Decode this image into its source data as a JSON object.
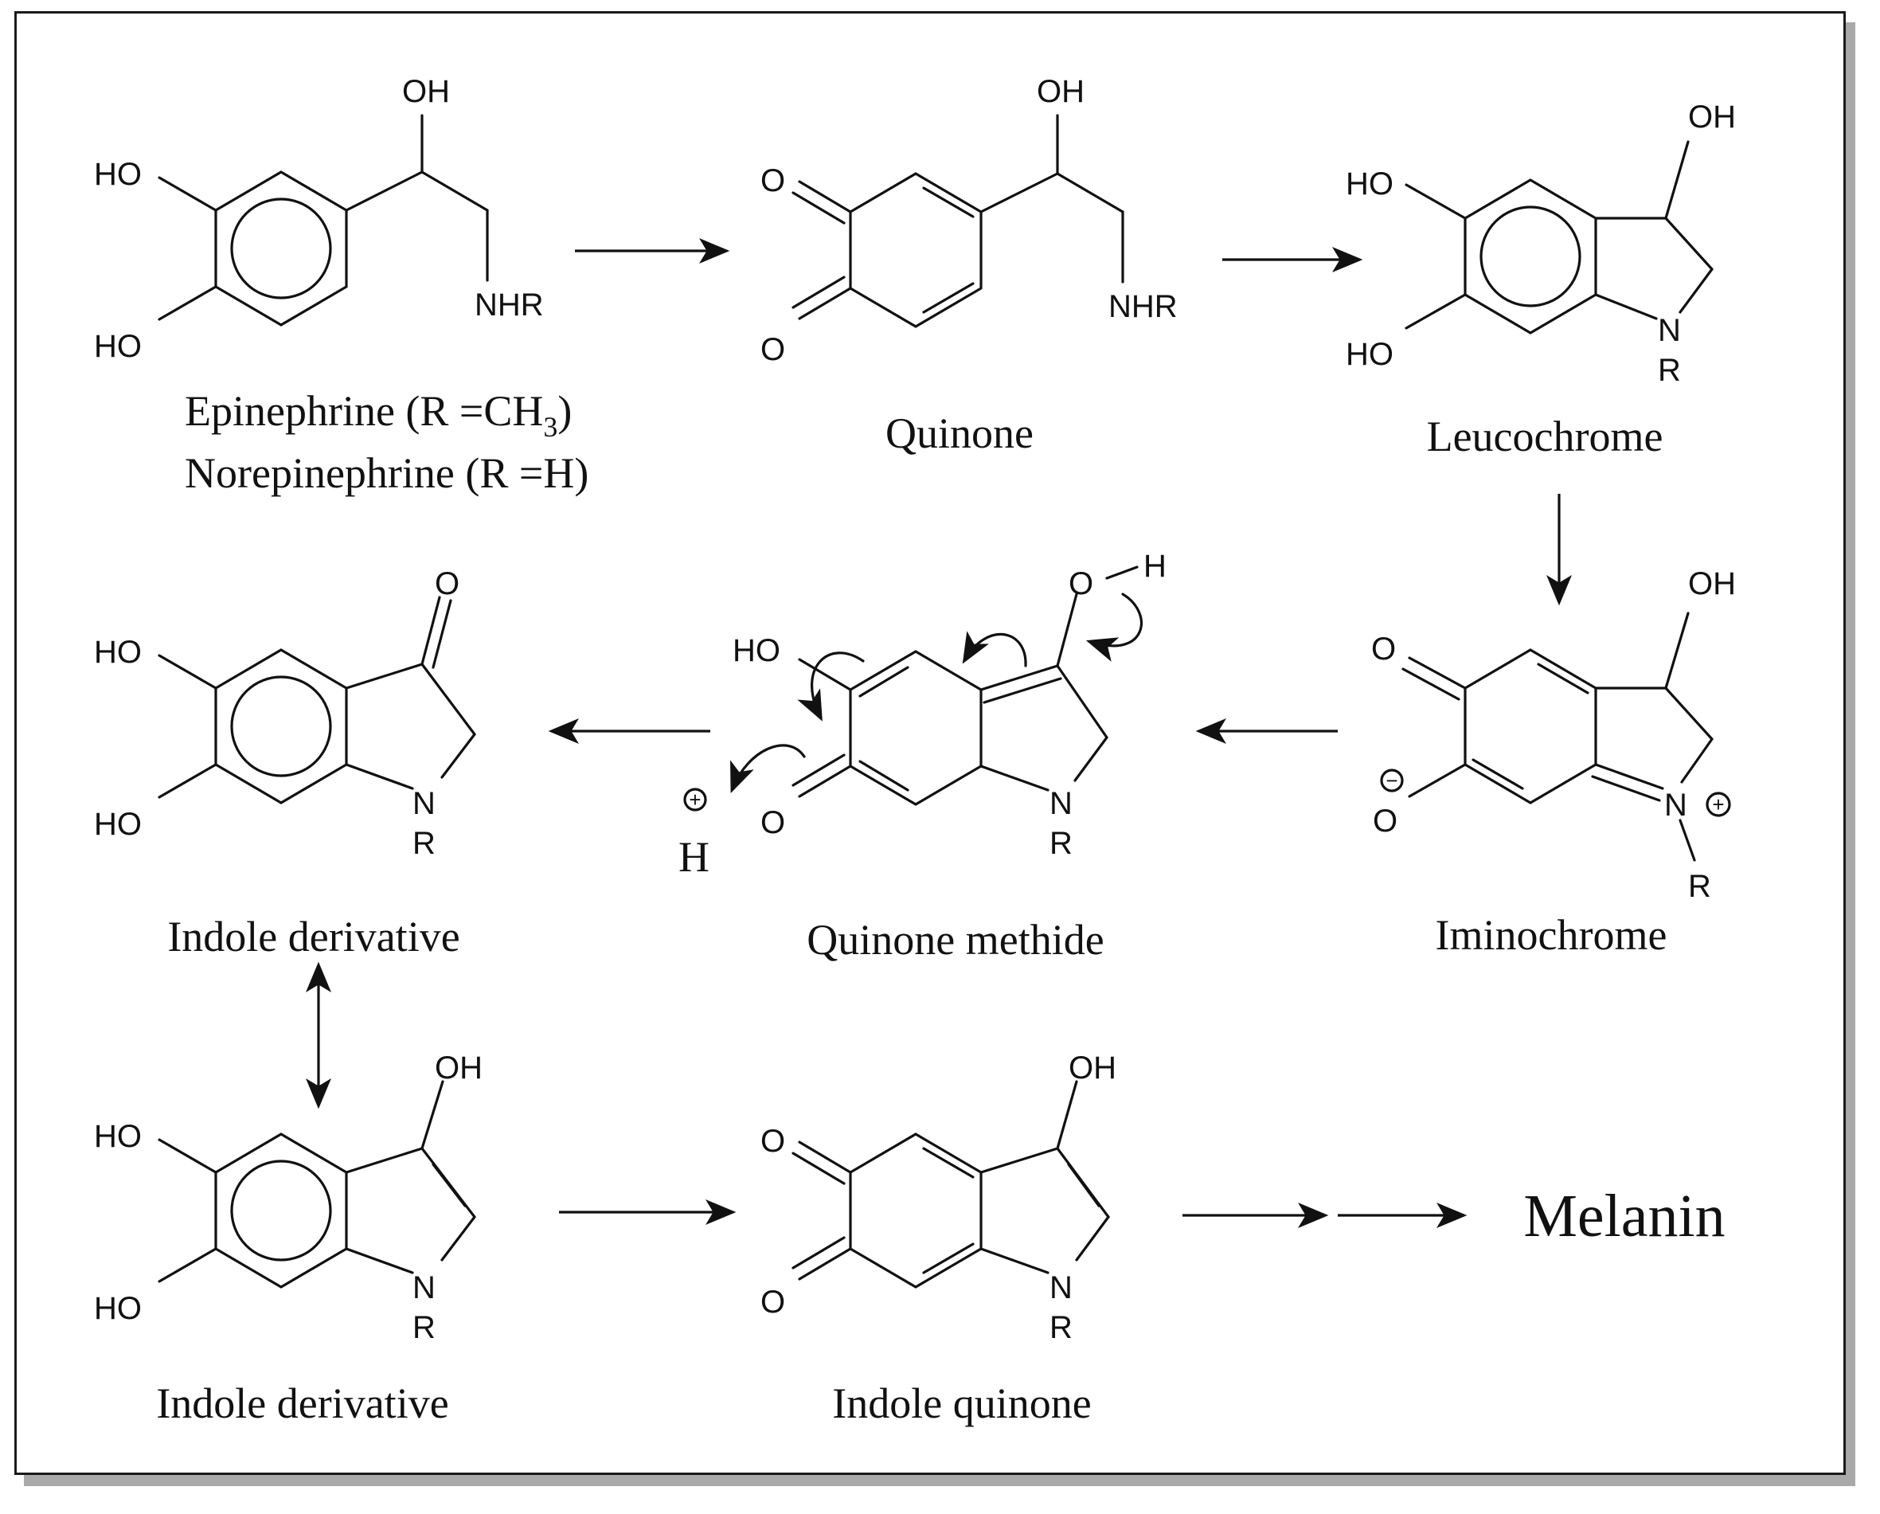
{
  "compounds": {
    "epinephrine": {
      "caption_line1": "Epinephrine (R =CH",
      "caption_line1_sub": "3",
      "caption_line1_end": ")",
      "caption_line2": "Norepinephrine (R =H)"
    },
    "quinone": {
      "caption": "Quinone"
    },
    "leucochrome": {
      "caption": "Leucochrome"
    },
    "iminochrome": {
      "caption": "Iminochrome"
    },
    "quinone_methide": {
      "caption": "Quinone methide"
    },
    "indole_derivative_keto": {
      "caption": "Indole derivative"
    },
    "indole_derivative_enol": {
      "caption": "Indole derivative"
    },
    "indole_quinone": {
      "caption": "Indole quinone"
    },
    "melanin": {
      "caption": "Melanin"
    }
  },
  "atoms": {
    "OH": "OH",
    "HO": "HO",
    "O": "O",
    "H": "H",
    "N": "N",
    "R": "R",
    "NHR": "NHR",
    "plus": "+",
    "minus": "−"
  }
}
